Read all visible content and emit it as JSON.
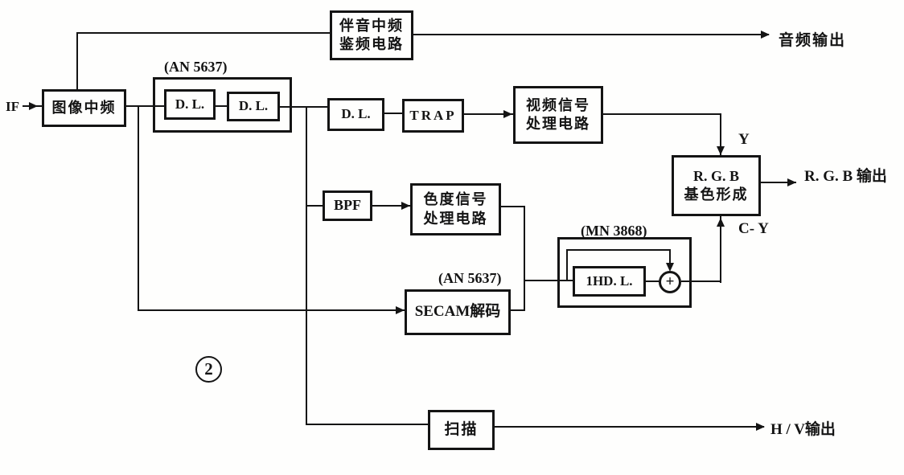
{
  "diagram": {
    "figure_number": "2",
    "blocks": {
      "sound_if": {
        "line1": "伴音中频",
        "line2": "鉴频电路"
      },
      "picture_if": "图像中频",
      "delay_line_1": "D. L.",
      "delay_line_2": "D. L.",
      "delay_line_3": "D. L.",
      "trap": "TRAP",
      "video_proc": {
        "line1": "视频信号",
        "line2": "处理电路"
      },
      "rgb_matrix": {
        "line1": "R. G. B",
        "line2": "基色形成"
      },
      "bpf": "BPF",
      "chroma_proc": {
        "line1": "色度信号",
        "line2": "处理电路"
      },
      "secam_decoder": "SECAM解码",
      "delay_1h": "1HD. L.",
      "adder": "+",
      "scan": "扫描"
    },
    "chip_labels": {
      "an5637_if": "(AN 5637)",
      "an5637_secam": "(AN 5637)",
      "mn3868": "(MN 3868)"
    },
    "signal_labels": {
      "if_input": "IF",
      "audio_output": "音频输出",
      "y": "Y",
      "rgb_output": "R. G. B 输出",
      "c_minus_y": "C- Y",
      "hv_output": "H / V输出"
    }
  }
}
